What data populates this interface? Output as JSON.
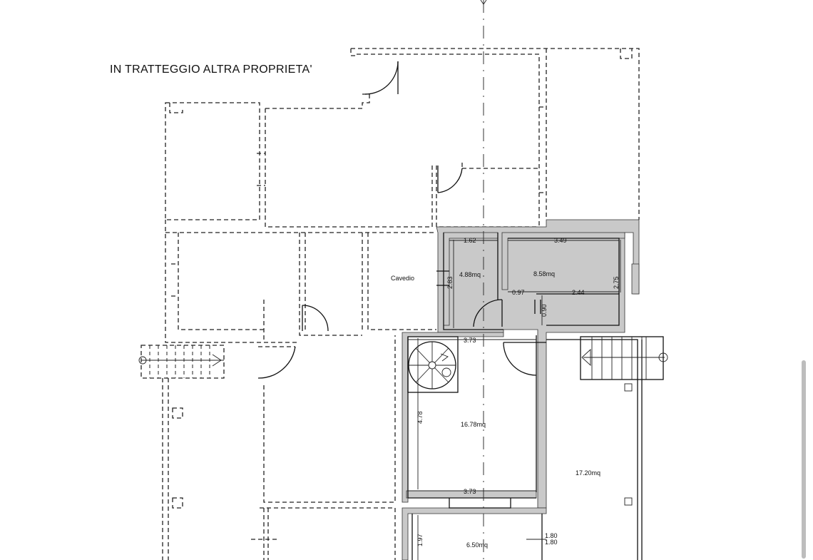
{
  "title": "IN TRATTEGGIO ALTRA PROPRIETA'",
  "rooms": {
    "cavedio": "Cavedio",
    "room_a_area": "4.88mq",
    "room_b_area": "8.58mq",
    "room_c_area": "16.78mq",
    "room_d_area": "17.20mq",
    "room_e_area": "6.50mq"
  },
  "dimensions": {
    "d1": "1.62",
    "d2": "3.49",
    "d3": "2.83",
    "d4": "2.75",
    "d5": "0.97",
    "d6": "2.44",
    "d7": "0.90",
    "d8": "3.73",
    "d9": "4.78",
    "d10": "3.73",
    "d11": "1.97",
    "d12": "1.80",
    "d13": "1.80"
  }
}
